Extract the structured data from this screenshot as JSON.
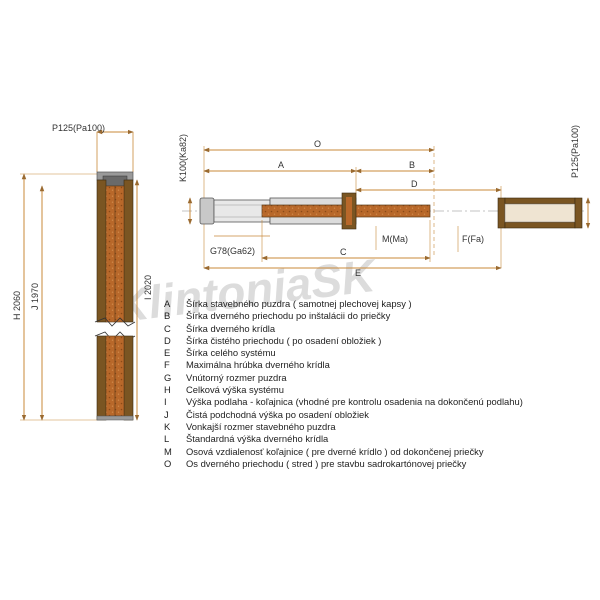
{
  "watermark": "KlintoniaSK",
  "colors": {
    "dimension_line": "#c8893a",
    "wood_outer": "#7a5522",
    "wood_core": "#b8682a",
    "steel": "#9a9a9a"
  },
  "side_section": {
    "top_label": "P125(Pa100)",
    "height_H": "H 2060",
    "height_J": "J 1970",
    "height_I": "I 2020"
  },
  "plan_section": {
    "O": "O",
    "A": "A",
    "B": "B",
    "D": "D",
    "C": "C",
    "E": "E",
    "K": "K100(Ka82)",
    "P_right": "P125(Pa100)",
    "G": "G78(Ga62)",
    "M": "M(Ma)",
    "F": "F(Fa)"
  },
  "legend": [
    {
      "letter": "A",
      "text": "Šírka stavebného puzdra ( samotnej plechovej kapsy )"
    },
    {
      "letter": "B",
      "text": "Šírka dverného priechodu po inštalácii do priečky"
    },
    {
      "letter": "C",
      "text": "Šírka dverného krídla"
    },
    {
      "letter": "D",
      "text": "Šírka čistého priechodu ( po osadení obložiek )"
    },
    {
      "letter": "E",
      "text": "Šírka celého systému"
    },
    {
      "letter": "F",
      "text": "Maximálna hrúbka dverného krídla"
    },
    {
      "letter": "G",
      "text": "Vnútorný rozmer puzdra"
    },
    {
      "letter": "H",
      "text": "Celková výška systému"
    },
    {
      "letter": "I",
      "text": "Výška podlaha - koľajnica (vhodné pre kontrolu osadenia na dokončenú podlahu)"
    },
    {
      "letter": "J",
      "text": "Čistá podchodná výška po osadení obložiek"
    },
    {
      "letter": "K",
      "text": "Vonkajší rozmer stavebného puzdra"
    },
    {
      "letter": "L",
      "text": "Štandardná výška dverného krídla"
    },
    {
      "letter": "M",
      "text": "Osová vzdialenosť koľajnice ( pre dverné krídlo ) od dokončenej priečky"
    },
    {
      "letter": "O",
      "text": "Os dverného priechodu ( stred ) pre stavbu sadrokartónovej priečky"
    }
  ]
}
